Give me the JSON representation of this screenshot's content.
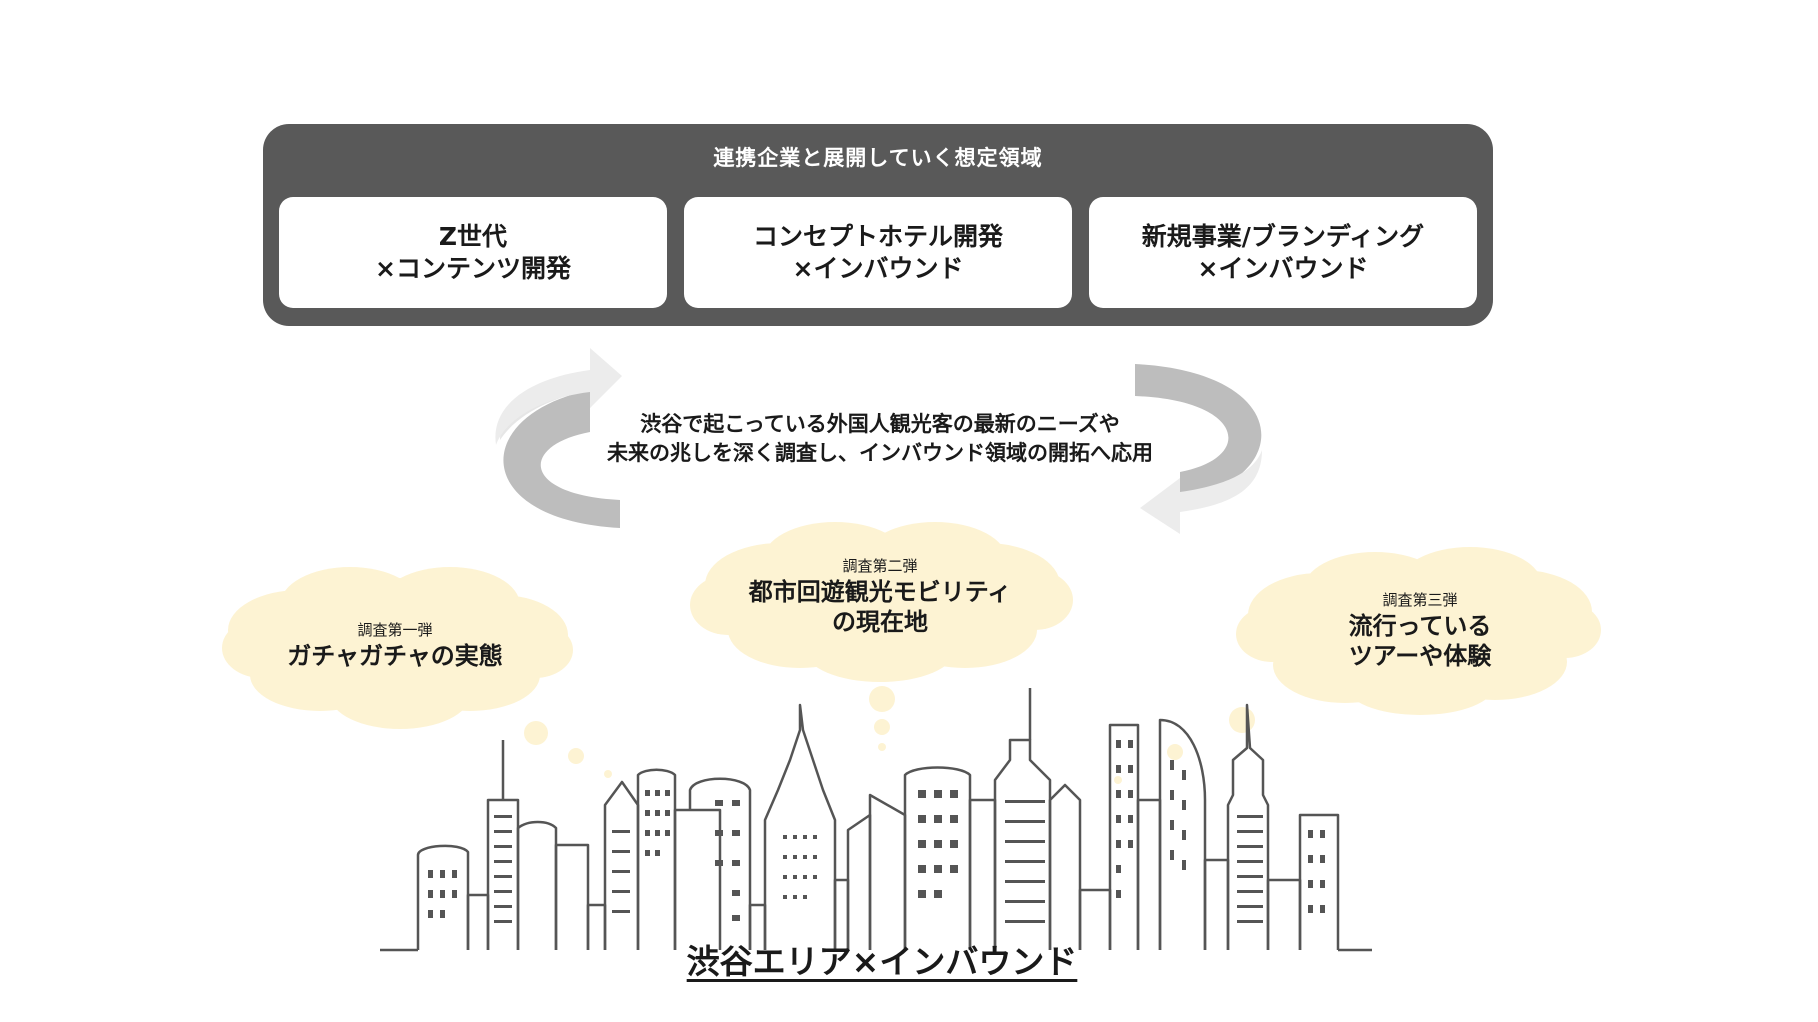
{
  "panel": {
    "title": "連携企業と展開していく想定領域",
    "cards": [
      {
        "line1": "Z世代",
        "line2": "×コンテンツ開発"
      },
      {
        "line1": "コンセプトホテル開発",
        "line2": "×インバウンド"
      },
      {
        "line1": "新規事業/ブランディング",
        "line2": "×インバウンド"
      }
    ]
  },
  "cycle": {
    "line1": "渋谷で起こっている外国人観光客の最新のニーズや",
    "line2": "未来の兆しを深く調査し、インバウンド領域の開拓へ応用"
  },
  "clouds": [
    {
      "label": "調査第一弾",
      "line1": "ガチャガチャの実態",
      "line2": ""
    },
    {
      "label": "調査第二弾",
      "line1": "都市回遊観光モビリティ",
      "line2": "の現在地"
    },
    {
      "label": "調査第三弾",
      "line1": "流行っている",
      "line2": "ツアーや体験"
    }
  ],
  "bottom_title": "渋谷エリア×インバウンド",
  "colors": {
    "panel": "#595959",
    "cloud": "#fdf3d3",
    "arrow_light": "#ececec",
    "arrow_dark": "#bdbdbd",
    "city_line": "#555555"
  }
}
